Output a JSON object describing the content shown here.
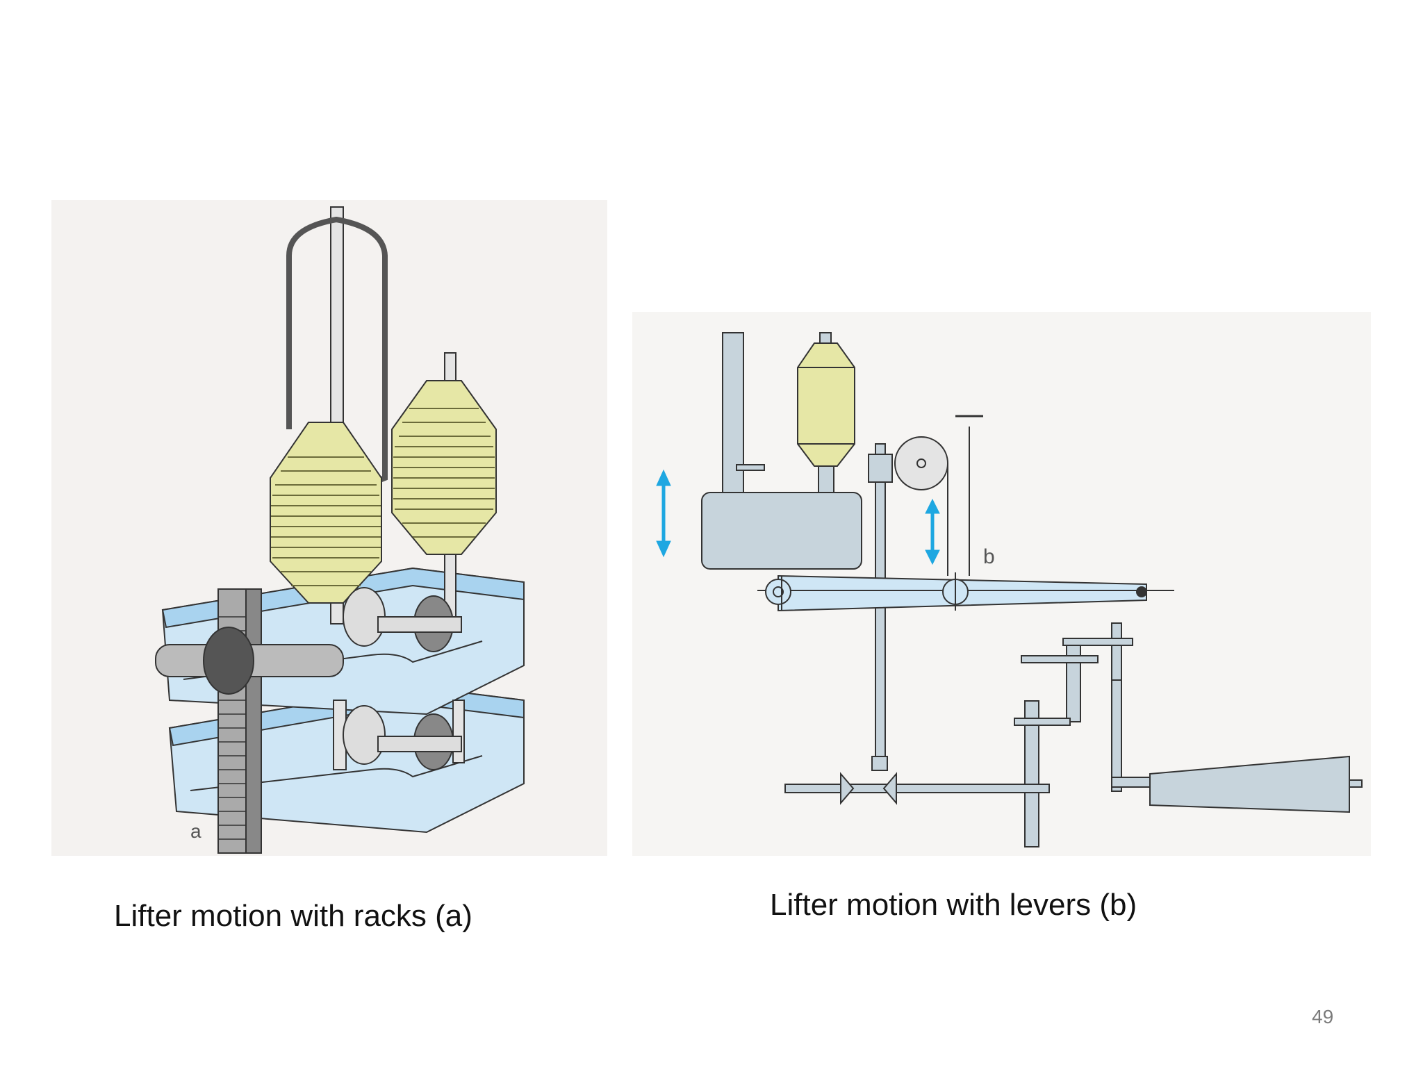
{
  "figure_a": {
    "caption": "Lifter motion with racks (a)",
    "label": "a"
  },
  "figure_b": {
    "caption": "Lifter motion with levers (b)",
    "label": "b"
  },
  "page_number": "49",
  "colors": {
    "bobbin": "#e6e7a6",
    "rail": "#b9dcf2",
    "arrow": "#1ea7e1",
    "machine": "#c7d4dc",
    "outline": "#333333"
  }
}
